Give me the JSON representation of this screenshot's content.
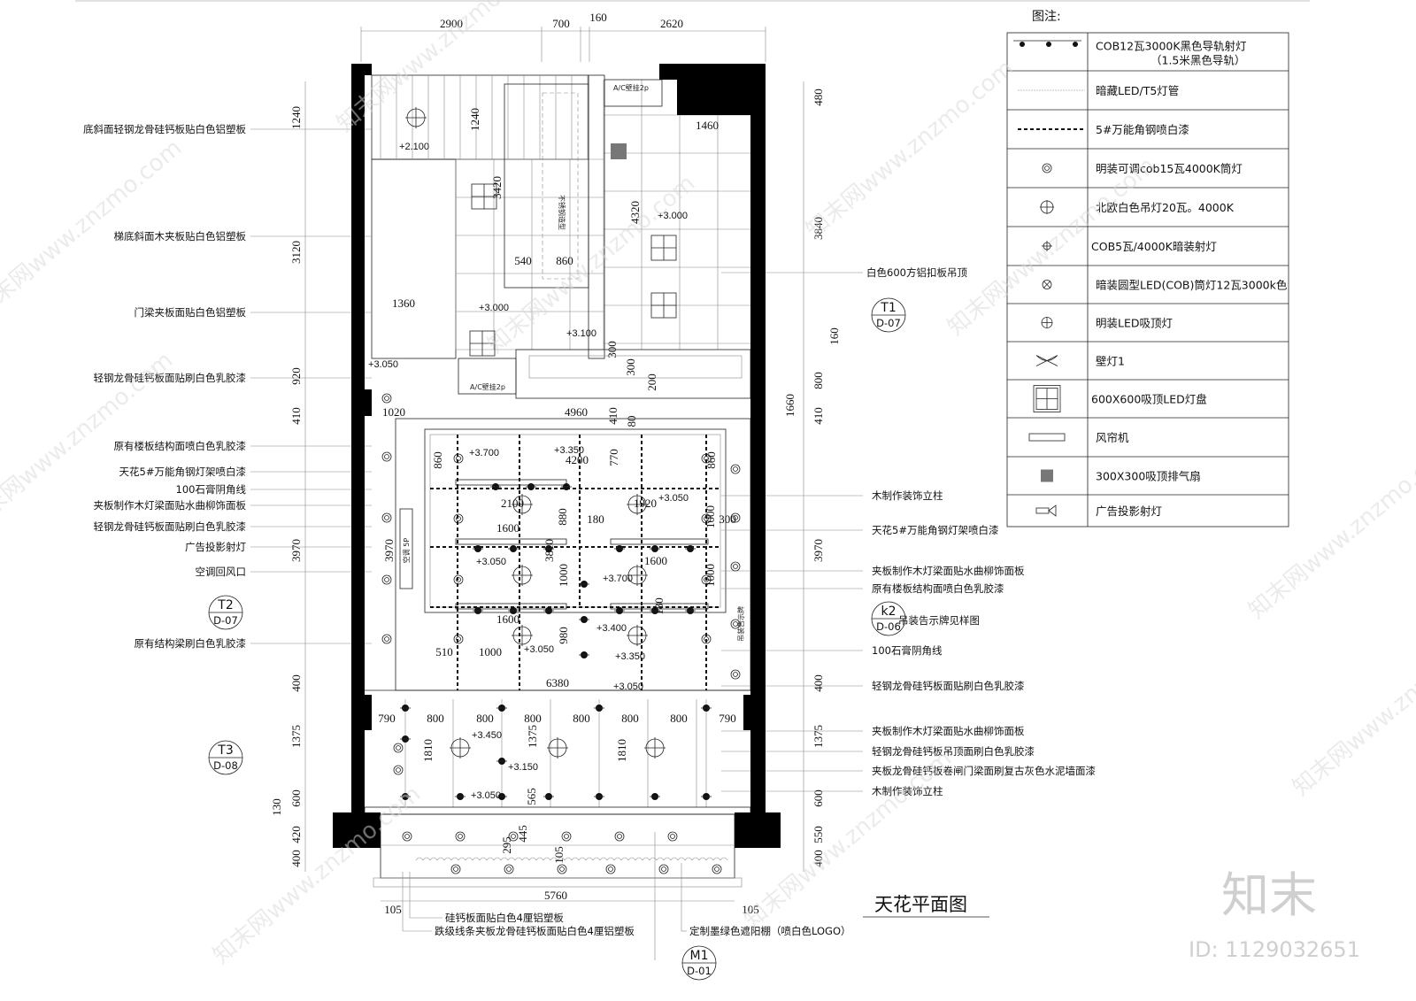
{
  "drawing": {
    "title": "天花平面图",
    "legend_heading": "图注:",
    "legend": [
      {
        "icon": "track-spotlight-icon",
        "text": "COB12瓦3000K黑色导轨射灯",
        "text2": "（1.5米黑色导轨）"
      },
      {
        "icon": "hidden-led-tube-icon",
        "text": "暗藏LED/T5灯管"
      },
      {
        "icon": "angle-steel-line-icon",
        "text": "5#万能角钢喷白漆"
      },
      {
        "icon": "surface-downlight-icon",
        "text": "明装可调cob15瓦4000K筒灯"
      },
      {
        "icon": "pendant-lamp-icon",
        "text": "北欧白色吊灯20瓦。4000K"
      },
      {
        "icon": "recessed-spotlight-icon",
        "text": "COB5瓦/4000K暗装射灯"
      },
      {
        "icon": "recessed-downlight-icon",
        "text": "暗装圆型LED(COB)筒灯12瓦3000k色"
      },
      {
        "icon": "ceiling-light-icon",
        "text": "明装LED吸顶灯"
      },
      {
        "icon": "wall-lamp-icon",
        "text": "壁灯1"
      },
      {
        "icon": "led-panel-icon",
        "text": "600X600吸顶LED灯盘"
      },
      {
        "icon": "air-curtain-icon",
        "text": "风帘机"
      },
      {
        "icon": "exhaust-fan-icon",
        "text": "300X300吸顶排气扇"
      },
      {
        "icon": "projector-spotlight-icon",
        "text": "广告投影射灯"
      }
    ],
    "top_dims": [
      "2900",
      "700",
      "160",
      "2620"
    ],
    "left_dims": [
      "1240",
      "3120",
      "920",
      "410",
      "3970",
      "400",
      "1375",
      "600",
      "130",
      "420",
      "400"
    ],
    "right_dims": [
      "480",
      "3840",
      "160",
      "800",
      "410",
      "1660",
      "3970",
      "400",
      "1375",
      "600",
      "550",
      "400"
    ],
    "interior_dims": [
      "1240",
      "+2.100",
      "3420",
      "4320",
      "1460",
      "+3.000",
      "540",
      "860",
      "1360",
      "+3.000",
      "+3.100",
      "300",
      "300",
      "200",
      "+3.050",
      "1020",
      "4960",
      "410",
      "80",
      "+3.700",
      "+3.350",
      "4200",
      "770",
      "860",
      "860",
      "2100",
      "1920",
      "+3.050",
      "880",
      "180",
      "1000",
      "300",
      "1600",
      "3970",
      "3810",
      "+3.050",
      "1600",
      "1000",
      "+3.700",
      "1000",
      "180",
      "1600",
      "+3.400",
      "980",
      "510",
      "1000",
      "+3.050",
      "+3.350",
      "6380",
      "+3.050",
      "790",
      "800",
      "800",
      "800",
      "800",
      "800",
      "800",
      "790",
      "+3.450",
      "1375",
      "1810",
      "1810",
      "+3.150",
      "+3.050",
      "565",
      "295",
      "445",
      "105",
      "5760",
      "105",
      "105"
    ],
    "small_labels": [
      "A/C壁挂2p",
      "A/C壁挂2p",
      "不锈钢造型",
      "空调 5P",
      "吊装告示牌"
    ],
    "left_labels": [
      "底斜面轻钢龙骨硅钙板贴白色铝塑板",
      "梯底斜面木夹板贴白色铝塑板",
      "门梁夹板面贴白色铝塑板",
      "轻钢龙骨硅钙板面贴刷白色乳胶漆",
      "原有楼板结构面喷白色乳胶漆",
      "天花5#万能角钢灯架喷白漆",
      "100石膏阴角线",
      "夹板制作木灯梁面贴水曲柳饰面板",
      "轻钢龙骨硅钙板面贴刷白色乳胶漆",
      "广告投影射灯",
      "空调回风口",
      "原有结构梁刷白色乳胶漆"
    ],
    "right_labels": [
      "白色600方铝扣板吊顶",
      "木制作装饰立柱",
      "天花5#万能角钢灯架喷白漆",
      "夹板制作木灯梁面贴水曲柳饰面板",
      "原有楼板结构面喷白色乳胶漆",
      "100石膏阴角线",
      "轻钢龙骨硅钙板面贴刷白色乳胶漆",
      "夹板制作木灯梁面贴水曲柳饰面板",
      "轻钢龙骨硅钙板吊顶面刷白色乳胶漆",
      "夹板龙骨硅钙板卷闸门梁面刷复古灰色水泥墙面漆",
      "木制作装饰立柱"
    ],
    "k2_note": "吊装告示牌见样图",
    "bottom_labels": [
      "硅钙板面贴白色4厘铝塑板",
      "跌级线条夹板龙骨硅钙板面贴白色4厘铝塑板",
      "定制墨绿色遮阳棚（喷白色LOGO）"
    ],
    "callouts": [
      {
        "id": "T1",
        "ref": "D-07"
      },
      {
        "id": "T2",
        "ref": "D-07"
      },
      {
        "id": "T3",
        "ref": "D-08"
      },
      {
        "id": "k2",
        "ref": "D-06"
      },
      {
        "id": "M1",
        "ref": "D-01"
      }
    ]
  },
  "watermark": {
    "text": "知末网www.znzmo.com",
    "logo": "知末",
    "id_text": "ID: 1129032651"
  },
  "colors": {
    "line": "#222222",
    "wall": "#000000",
    "watermark": "#d0d0d0"
  }
}
